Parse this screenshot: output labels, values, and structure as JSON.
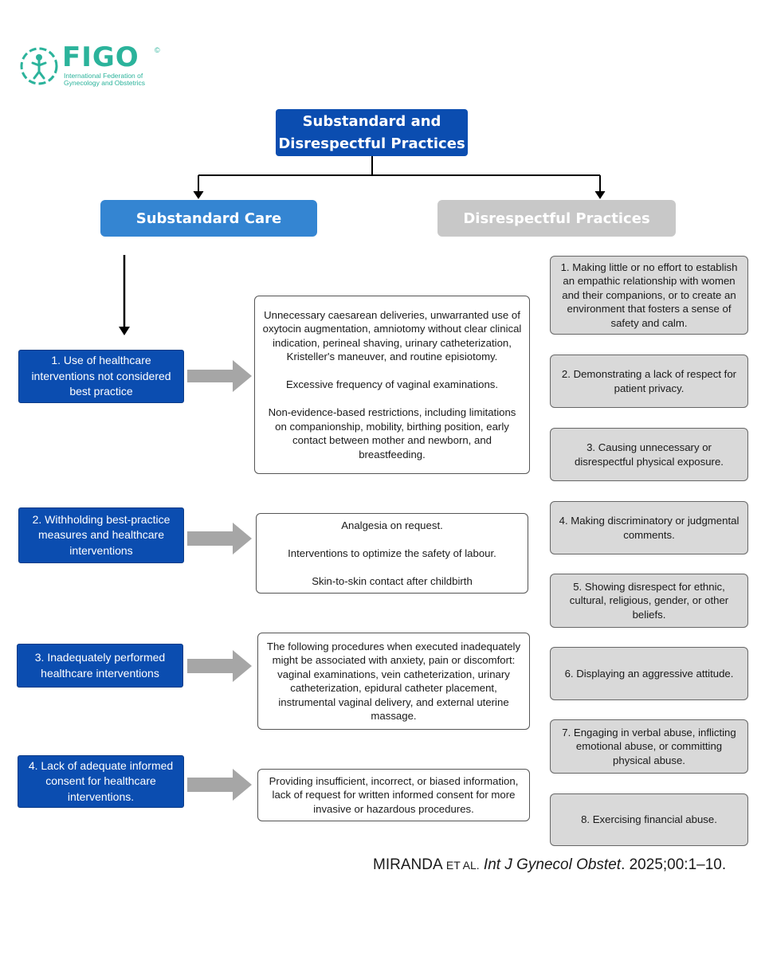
{
  "logo": {
    "name": "FIGO",
    "subtitle_line1": "International Federation of",
    "subtitle_line2": "Gynecology and Obstetrics",
    "mark": "©",
    "color": "#2bb39b"
  },
  "root": {
    "line1": "Substandard and",
    "line2": "Disrespectful Practices"
  },
  "branches": {
    "substandard": "Substandard Care",
    "disrespectful": "Disrespectful Practices"
  },
  "categories": [
    {
      "label": "1. Use of healthcare interventions not considered best practice",
      "examples": [
        "Unnecessary caesarean deliveries, unwarranted use of oxytocin augmentation, amniotomy without clear clinical indication, perineal shaving, urinary catheterization, Kristeller's maneuver, and routine episiotomy.",
        "Excessive frequency of vaginal examinations.",
        "Non-evidence-based restrictions, including limitations on companionship, mobility, birthing position, early contact between mother and newborn, and breastfeeding."
      ]
    },
    {
      "label": "2. Withholding best-practice measures and healthcare interventions",
      "examples": [
        "Analgesia on request.",
        "Interventions to optimize the safety of labour.",
        "Skin-to-skin contact after childbirth"
      ]
    },
    {
      "label": "3. Inadequately performed healthcare interventions",
      "examples": [
        "The following procedures when executed inadequately might be associated with anxiety, pain or discomfort: vaginal examinations, vein catheterization, urinary catheterization, epidural catheter placement, instrumental vaginal delivery, and external uterine massage."
      ]
    },
    {
      "label": "4. Lack of adequate informed consent for healthcare interventions.",
      "examples": [
        "Providing insufficient, incorrect, or biased information, lack of request for written informed consent for more invasive or hazardous procedures."
      ]
    }
  ],
  "disrespectful_items": [
    "1. Making little or no effort to establish an empathic relationship with women and their companions, or to create an environment that fosters a sense of safety and calm.",
    "2. Demonstrating a lack of respect for patient privacy.",
    "3. Causing unnecessary or disrespectful physical exposure.",
    "4. Making discriminatory or judgmental comments.",
    "5. Showing disrespect for ethnic, cultural, religious, gender, or other beliefs.",
    "6. Displaying an aggressive attitude.",
    "7. Engaging in verbal abuse, inflicting emotional abuse, or committing physical abuse.",
    "8. Exercising financial abuse."
  ],
  "citation": {
    "author": "MIRANDA",
    "etal": "ET AL.",
    "journal": "Int J Gynecol Obstet",
    "details": ". 2025;00:1–10."
  },
  "colors": {
    "dark_blue": "#0b4db0",
    "mid_blue": "#3485d2",
    "gray": "#c8c8c8",
    "arrow_gray": "#a6a6a6"
  }
}
